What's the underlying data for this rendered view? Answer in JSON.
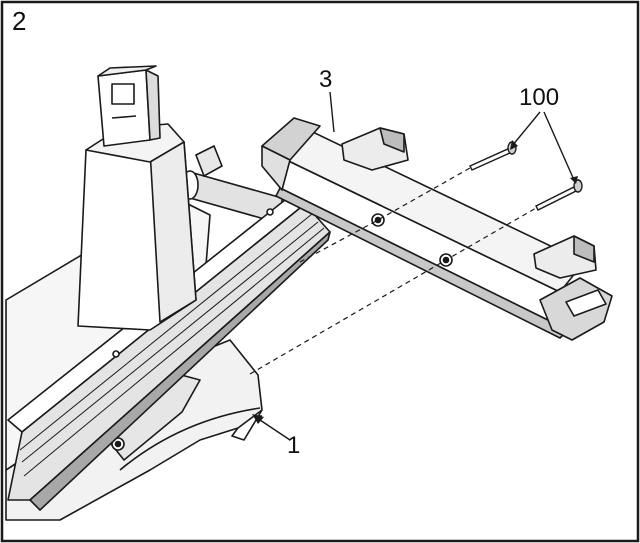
{
  "diagram": {
    "step_number": "2",
    "callouts": {
      "frame_part": "1",
      "crossbar_part": "3",
      "bolts_part": "100"
    }
  },
  "colors": {
    "stroke": "#1a1a1a",
    "light_fill": "#f2f2f2",
    "mid_fill": "#d6d6d6",
    "dark_fill": "#9a9a9a",
    "background": "#ffffff"
  }
}
